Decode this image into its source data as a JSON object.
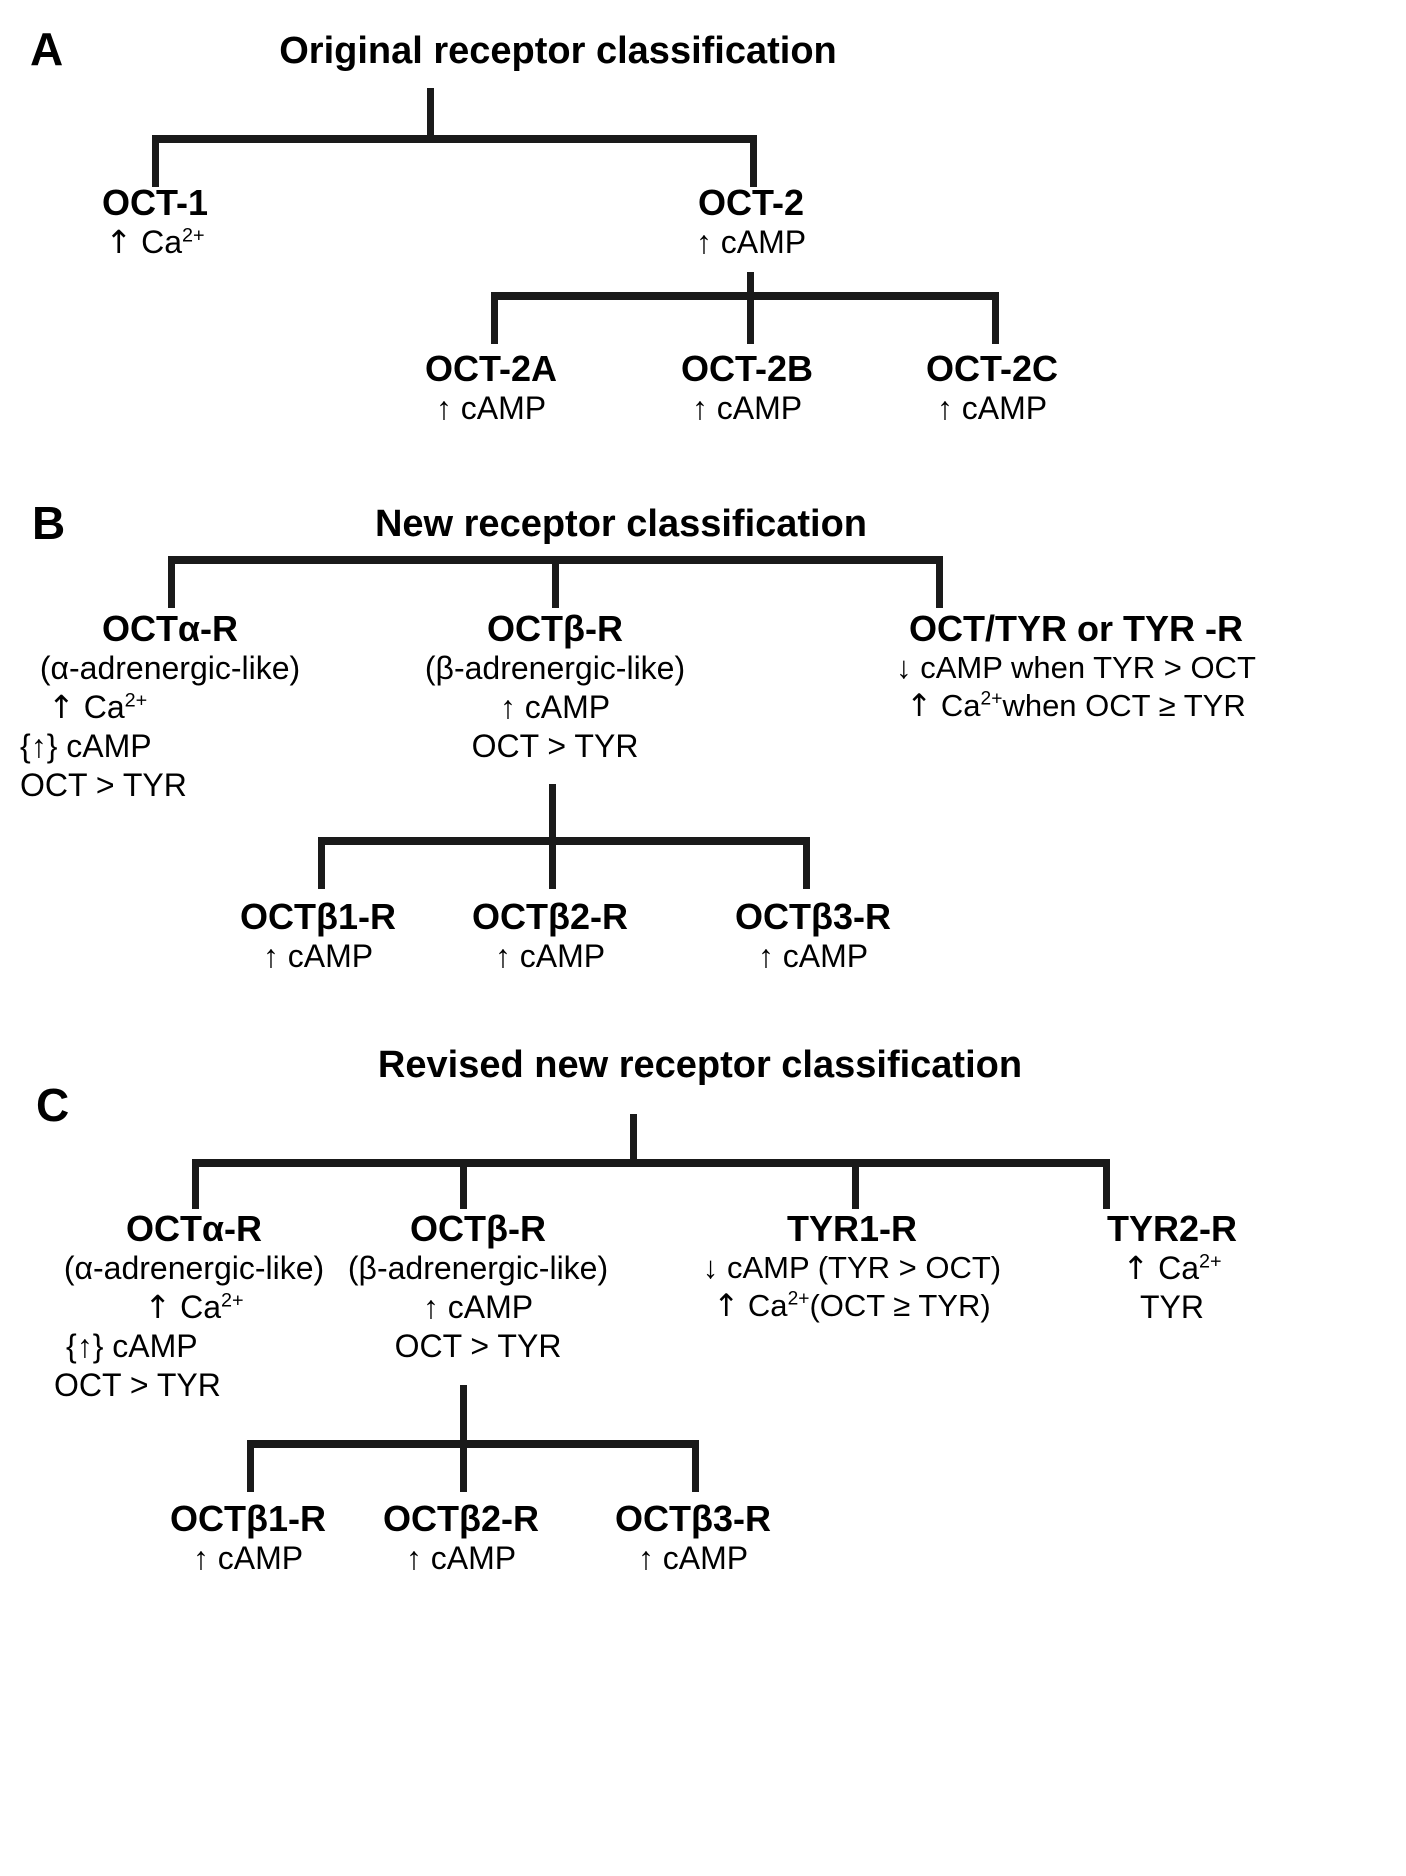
{
  "figure": {
    "type": "hierarchy-diagram",
    "description": "Three-panel receptor classification tree diagram"
  },
  "panels": [
    {
      "letter": "A",
      "title": "Original receptor classification",
      "nodes": [
        {
          "label": "OCT-1",
          "lines": [
            "↑ Ca2+"
          ]
        },
        {
          "label": "OCT-2",
          "lines": [
            "↑ cAMP"
          ]
        },
        {
          "label": "OCT-2A",
          "lines": [
            "↑ cAMP"
          ]
        },
        {
          "label": "OCT-2B",
          "lines": [
            "↑ cAMP"
          ]
        },
        {
          "label": "OCT-2C",
          "lines": [
            "↑ cAMP"
          ]
        }
      ]
    },
    {
      "letter": "B",
      "title": "New receptor classification",
      "nodes": [
        {
          "label": "OCTα-R",
          "lines": [
            "(α-adrenergic-like)",
            "↑ Ca2+",
            "{↑} cAMP",
            "OCT > TYR"
          ]
        },
        {
          "label": "OCTβ-R",
          "lines": [
            "(β-adrenergic-like)",
            "↑ cAMP",
            "OCT > TYR"
          ]
        },
        {
          "label": "OCT/TYR or TYR -R",
          "lines": [
            "↓ cAMP when TYR > OCT",
            "↑ Ca2+when OCT ≥ TYR"
          ]
        },
        {
          "label": "OCTβ1-R",
          "lines": [
            "↑ cAMP"
          ]
        },
        {
          "label": "OCTβ2-R",
          "lines": [
            "↑ cAMP"
          ]
        },
        {
          "label": "OCTβ3-R",
          "lines": [
            "↑ cAMP"
          ]
        }
      ]
    },
    {
      "letter": "C",
      "title": "Revised new receptor classification",
      "nodes": [
        {
          "label": "OCTα-R",
          "lines": [
            "(α-adrenergic-like)",
            "↑ Ca2+",
            "{↑} cAMP",
            "OCT > TYR"
          ]
        },
        {
          "label": "OCTβ-R",
          "lines": [
            "(β-adrenergic-like)",
            "↑ cAMP",
            "OCT > TYR"
          ]
        },
        {
          "label": "TYR1-R",
          "lines": [
            "↓ cAMP  (TYR > OCT)",
            "↑ Ca2+(OCT ≥ TYR)"
          ]
        },
        {
          "label": "TYR2-R",
          "lines": [
            "↑ Ca2+",
            "TYR"
          ]
        },
        {
          "label": "OCTβ1-R",
          "lines": [
            "↑ cAMP"
          ]
        },
        {
          "label": "OCTβ2-R",
          "lines": [
            "↑ cAMP"
          ]
        },
        {
          "label": "OCTβ3-R",
          "lines": [
            "↑ cAMP"
          ]
        }
      ]
    }
  ],
  "panelA": {
    "letter": "A",
    "title": "Original receptor classification",
    "oct1": {
      "label": "OCT-1",
      "line1_arrow": "↑",
      "line1_text": "Ca",
      "line1_sup": "2+"
    },
    "oct2": {
      "label": "OCT-2",
      "line1": "↑ cAMP"
    },
    "oct2a": {
      "label": "OCT-2A",
      "line1": "↑ cAMP"
    },
    "oct2b": {
      "label": "OCT-2B",
      "line1": "↑ cAMP"
    },
    "oct2c": {
      "label": "OCT-2C",
      "line1": "↑ cAMP"
    }
  },
  "panelB": {
    "letter": "B",
    "title": "New receptor classification",
    "alpha": {
      "label": "OCTα-R",
      "line1": "(α-adrenergic-like)",
      "line2_arrow": "↑",
      "line2_text": "Ca",
      "line2_sup": "2+",
      "line3": "{↑} cAMP",
      "line4": "OCT > TYR"
    },
    "beta": {
      "label": "OCTβ-R",
      "line1": "(β-adrenergic-like)",
      "line2": "↑ cAMP",
      "line3": "OCT > TYR"
    },
    "tyr": {
      "label": "OCT/TYR or TYR -R",
      "line1": "↓ cAMP when TYR > OCT",
      "line2_arrow": "↑",
      "line2_a": "Ca",
      "line2_sup": "2+",
      "line2_b": "when OCT ≥ TYR"
    },
    "beta1": {
      "label": "OCTβ1-R",
      "line1": "↑ cAMP"
    },
    "beta2": {
      "label": "OCTβ2-R",
      "line1": "↑ cAMP"
    },
    "beta3": {
      "label": "OCTβ3-R",
      "line1": "↑ cAMP"
    }
  },
  "panelC": {
    "letter": "C",
    "title": "Revised new receptor classification",
    "alpha": {
      "label": "OCTα-R",
      "line1": "(α-adrenergic-like)",
      "line2_arrow": "↑",
      "line2_text": "Ca",
      "line2_sup": "2+",
      "line3": "{↑} cAMP",
      "line4": "OCT > TYR"
    },
    "beta": {
      "label": "OCTβ-R",
      "line1": "(β-adrenergic-like)",
      "line2": "↑ cAMP",
      "line3": "OCT > TYR"
    },
    "tyr1": {
      "label": "TYR1-R",
      "line1": "↓ cAMP  (TYR > OCT)",
      "line2_arrow": "↑",
      "line2_a": "Ca",
      "line2_sup": "2+",
      "line2_b": "(OCT ≥ TYR)"
    },
    "tyr2": {
      "label": "TYR2-R",
      "line1_arrow": "↑",
      "line1_text": "Ca",
      "line1_sup": "2+",
      "line2": "TYR"
    },
    "beta1": {
      "label": "OCTβ1-R",
      "line1": "↑ cAMP"
    },
    "beta2": {
      "label": "OCTβ2-R",
      "line1": "↑ cAMP"
    },
    "beta3": {
      "label": "OCTβ3-R",
      "line1": "↑ cAMP"
    }
  }
}
